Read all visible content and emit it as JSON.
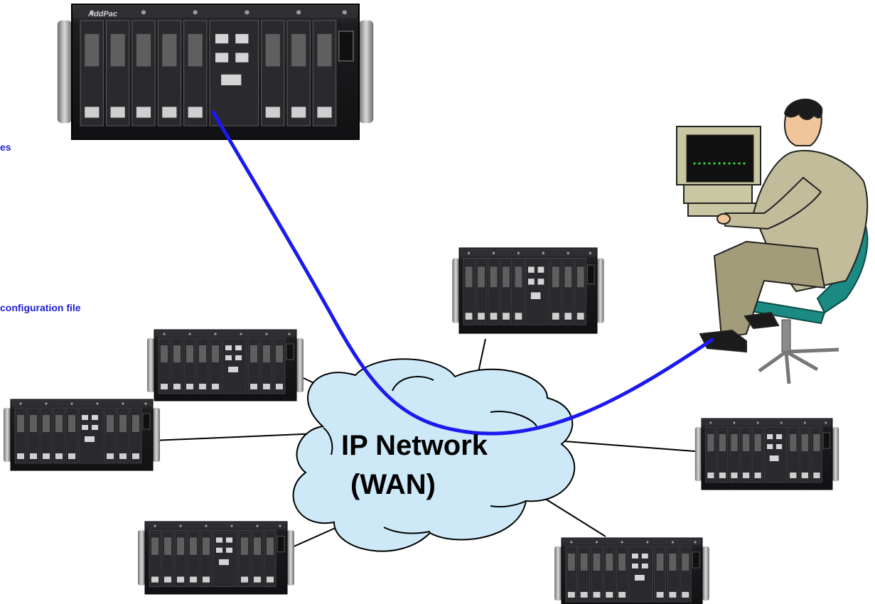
{
  "notes": {
    "line1": "es",
    "line2": "configuration file"
  },
  "network": {
    "label_line1": "IP Network",
    "label_line2": "(WAN)"
  },
  "devices": {
    "brand": "AddPac",
    "count": 7
  },
  "colors": {
    "link": "#1a1aee",
    "cloud_fill": "#cde9f8",
    "note_text": "#1f1fd6",
    "chassis": "#1c1c1e"
  }
}
